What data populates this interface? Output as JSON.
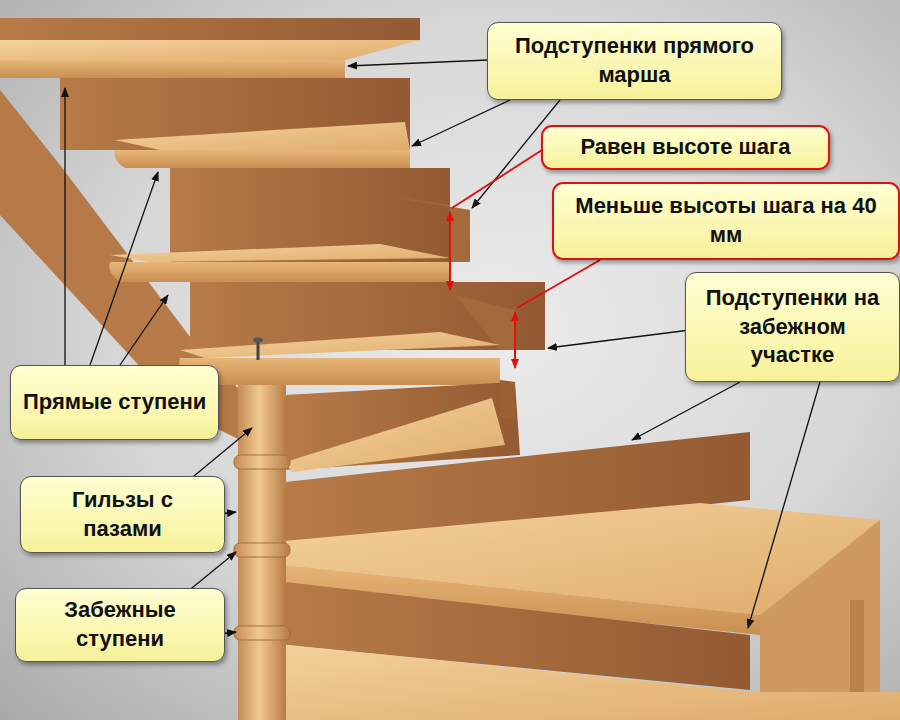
{
  "diagram": {
    "nodes": [
      {
        "text": [
          "Подступенки прямого марша"
        ]
      },
      {
        "text": [
          "Равен высоте шага"
        ]
      },
      {
        "text": [
          "Меньше высоты шага на 40 мм"
        ]
      },
      {
        "text": [
          "Подступенки на забежном участке"
        ]
      },
      {
        "text": [
          "Прямые ступени"
        ]
      },
      {
        "text": [
          "Гильзы с пазами"
        ]
      },
      {
        "text": [
          "Забежные ступени"
        ]
      }
    ]
  }
}
